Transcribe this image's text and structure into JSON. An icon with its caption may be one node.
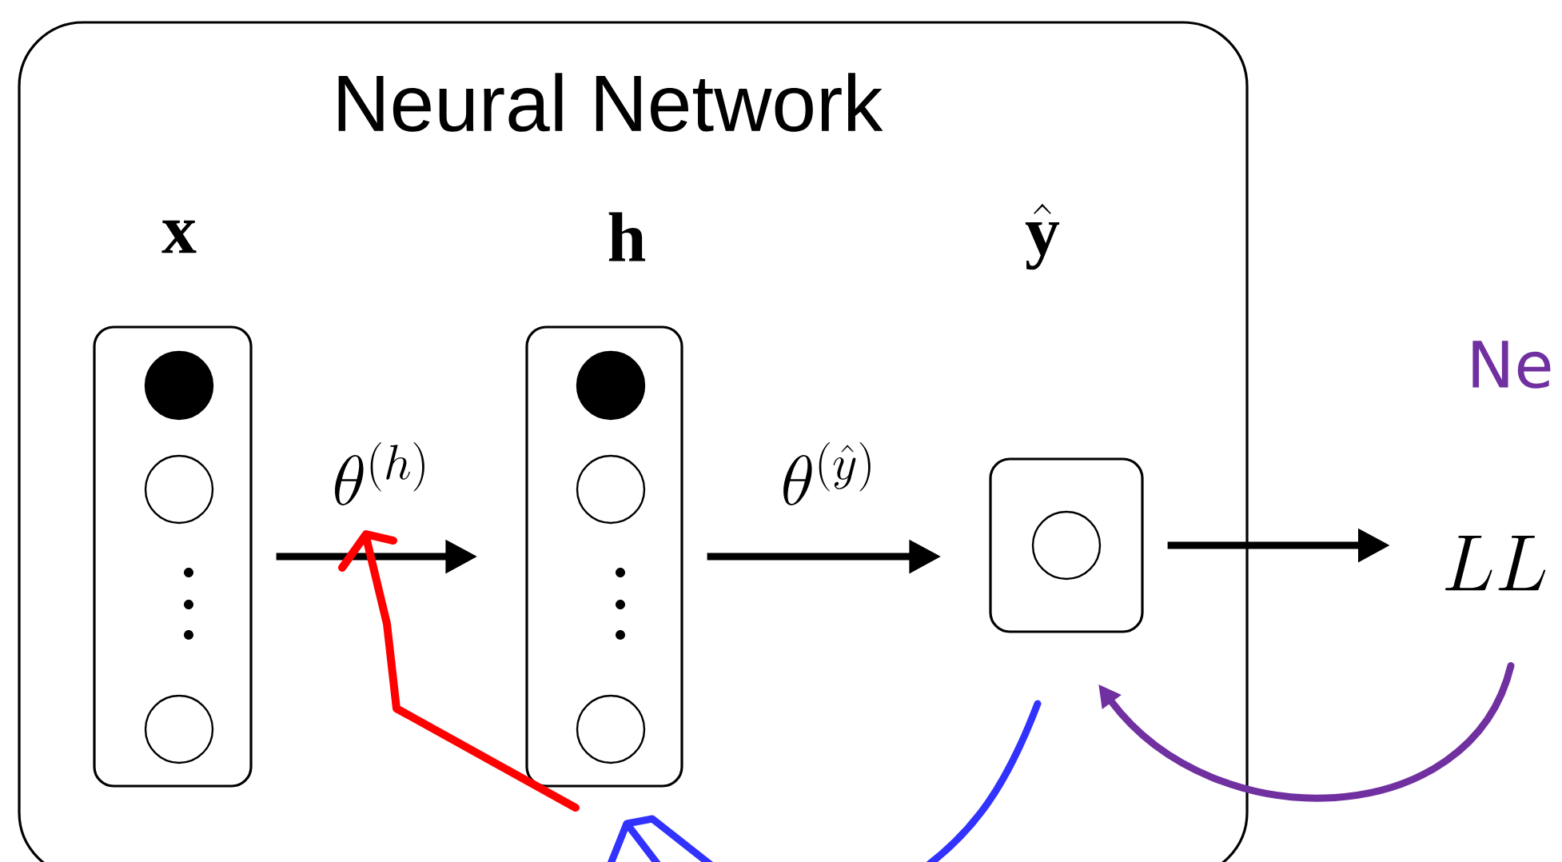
{
  "diagram": {
    "nodes": [
      {
        "text": [
          "Neural Network"
        ]
      },
      {
        "text": [],
        "shape": "box",
        "in": 0
      },
      {
        "text": [],
        "shape": "box",
        "in": 0
      },
      {
        "text": [],
        "shape": "box",
        "in": 0
      },
      {
        "text": [
          "LL"
        ]
      }
    ],
    "edges": [
      {
        "from": 1,
        "to": 2,
        "arrow": "to",
        "label": "\\theta^{(h)}"
      },
      {
        "from": 2,
        "to": 3,
        "arrow": "to",
        "label": "\\theta^{(\\hat{y})}"
      },
      {
        "from": 3,
        "to": 4,
        "arrow": "to"
      },
      {
        "from": 4,
        "to": 3,
        "arrow": "to",
        "color": "#7030a0"
      }
    ],
    "labels": [
      "\\mathbf{x}",
      "\\mathbf{h}",
      "\\hat{\\mathbf{y}}",
      "Ne"
    ]
  }
}
